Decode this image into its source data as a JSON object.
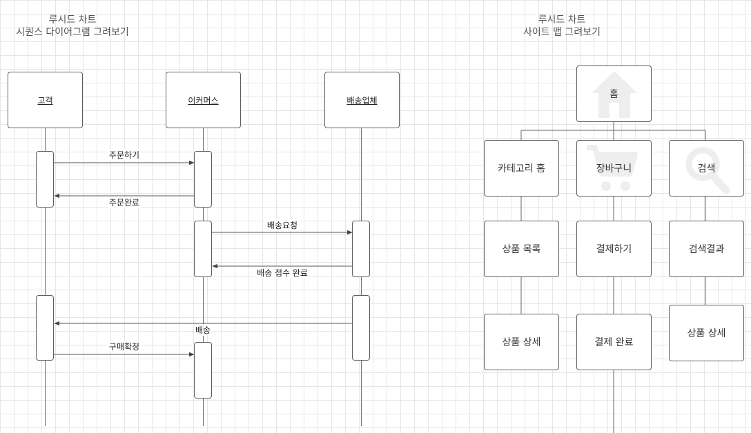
{
  "sequence": {
    "title_line1": "루시드 차트",
    "title_line2": "시퀀스 다이어그램 그려보기",
    "participants": [
      "고객",
      "이커머스",
      "배송업체"
    ],
    "messages": [
      "주문하기",
      "주문완료",
      "배송요청",
      "배송 접수 완료",
      "배송",
      "구매확정"
    ]
  },
  "sitemap": {
    "title_line1": "루시드 차트",
    "title_line2": "사이트 맵 그려보기",
    "root": "홈",
    "categories": [
      "카테고리 홈",
      "장바구니",
      "검색"
    ],
    "level2": [
      "상품 목록",
      "결제하기",
      "검색결과"
    ],
    "level3": [
      "상품 상세",
      "결제 완료",
      "상품 상세"
    ]
  },
  "icons": {
    "root": "home-icon",
    "cart": "cart-icon",
    "search": "search-icon"
  }
}
